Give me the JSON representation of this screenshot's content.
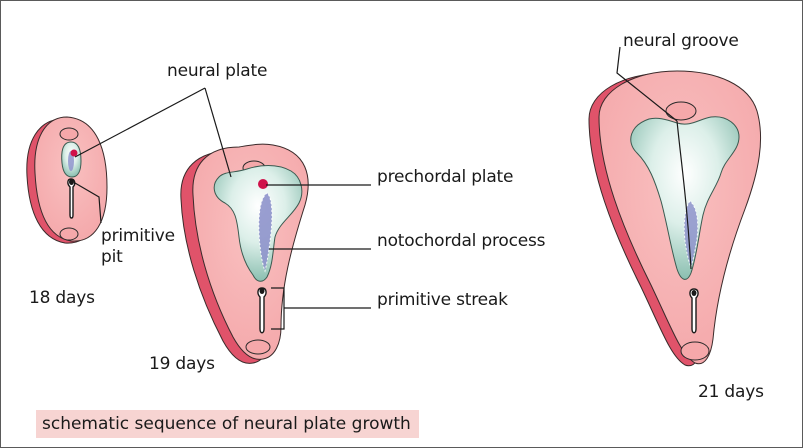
{
  "labels": {
    "neural_plate": "neural plate",
    "neural_groove": "neural groove",
    "prechordal_plate": "prechordal plate",
    "notochordal_process": "notochordal process",
    "primitive_streak": "primitive streak",
    "primitive_pit_line1": "primitive",
    "primitive_pit_line2": "pit",
    "day18": "18 days",
    "day19": "19 days",
    "day21": "21 days"
  },
  "caption": "schematic sequence of neural plate growth",
  "colors": {
    "embryo_side": "#e0536a",
    "embryo_face": "#f5a8aa",
    "plate": "#9ccdc0",
    "plate_edge": "#3a5a50",
    "notochord": "#8f94cc",
    "prechordal_dot": "#d0124a",
    "caption_bg": "#f7d4d2"
  }
}
